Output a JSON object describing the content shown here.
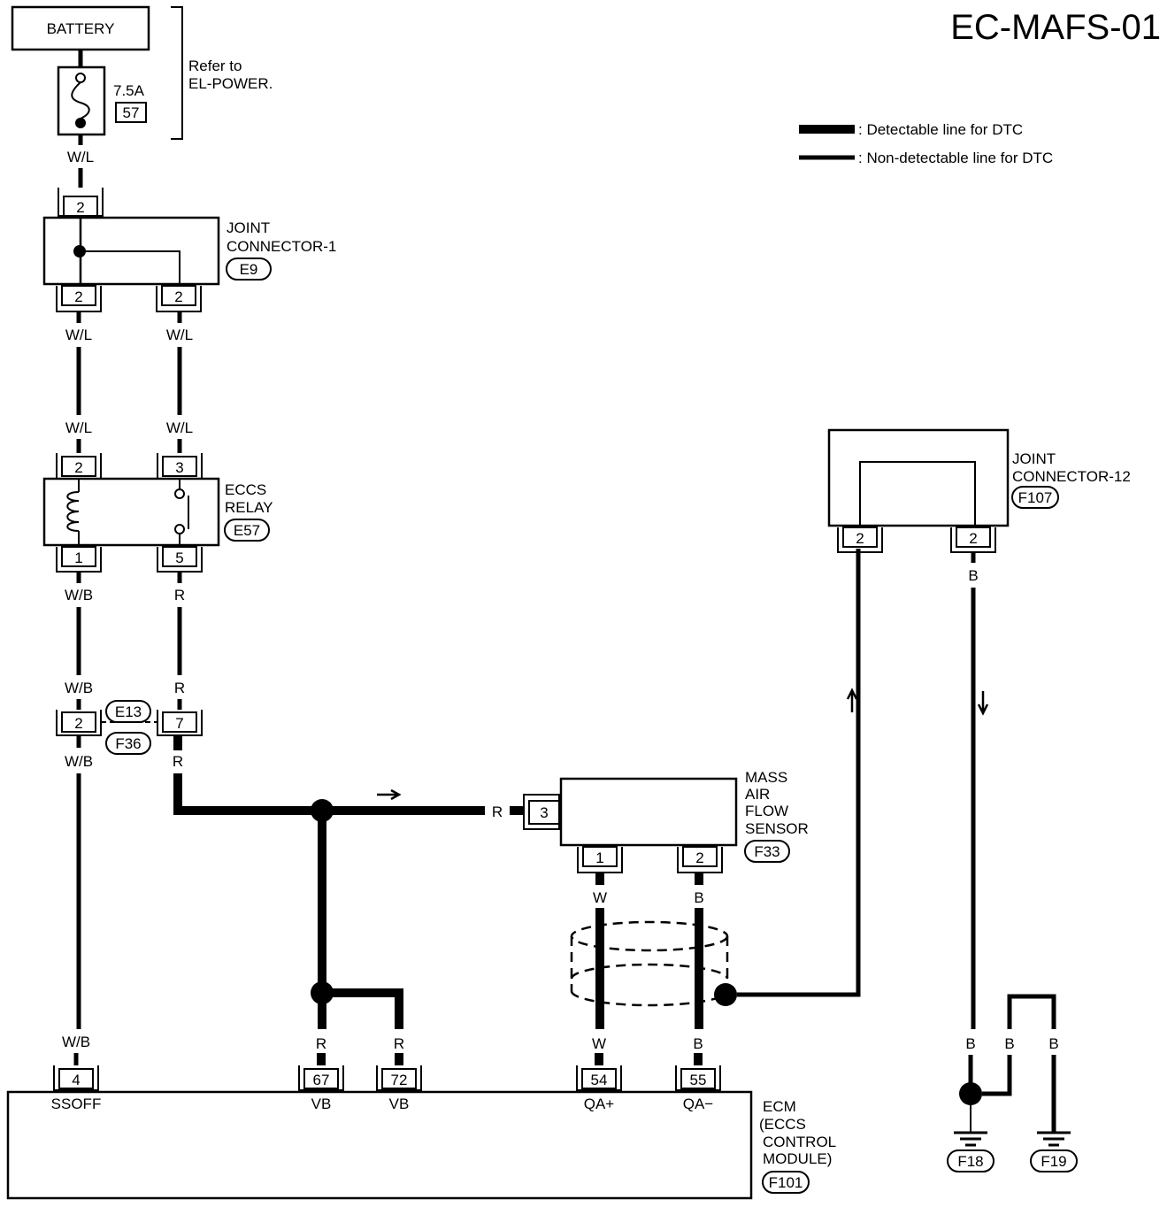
{
  "title": "EC-MAFS-01",
  "legend": {
    "detectable": ": Detectable line for DTC",
    "non_detectable": ": Non-detectable line for DTC"
  },
  "battery": {
    "label": "BATTERY"
  },
  "fuse": {
    "rating": "7.5A",
    "number": "57"
  },
  "refer": {
    "line1": "Refer to",
    "line2": "EL-POWER."
  },
  "joint1": {
    "line1": "JOINT",
    "line2": "CONNECTOR-1",
    "code": "E9"
  },
  "relay": {
    "line1": "ECCS",
    "line2": "RELAY",
    "code": "E57"
  },
  "harness": {
    "code_top": "E13",
    "code_bottom": "F36"
  },
  "maf": {
    "line1": "MASS",
    "line2": "AIR",
    "line3": "FLOW",
    "line4": "SENSOR",
    "code": "F33"
  },
  "joint12": {
    "line1": "JOINT",
    "line2": "CONNECTOR-12",
    "code": "F107"
  },
  "ecm": {
    "line1": "ECM",
    "line2": "(ECCS",
    "line3": "CONTROL",
    "line4": "MODULE)",
    "code": "F101"
  },
  "grounds": {
    "g1": "F18",
    "g2": "F19"
  },
  "pins": {
    "j1_top": "2",
    "j1_left": "2",
    "j1_right": "2",
    "relay_2": "2",
    "relay_3": "3",
    "relay_1": "1",
    "relay_5": "5",
    "h_left": "2",
    "h_right": "7",
    "maf_3": "3",
    "maf_1": "1",
    "maf_2": "2",
    "j12_left": "2",
    "j12_right": "2",
    "ecm_4": "4",
    "ecm_67": "67",
    "ecm_72": "72",
    "ecm_54": "54",
    "ecm_55": "55"
  },
  "terminals": {
    "t4": "SSOFF",
    "t67": "VB",
    "t72": "VB",
    "t54": "QA+",
    "t55": "QA−"
  },
  "wires": {
    "fuse_out": "W/L",
    "j1_l": "W/L",
    "j1_r": "W/L",
    "relay_in_l": "W/L",
    "relay_in_r": "W/L",
    "relay_out_l": "W/B",
    "relay_out_r": "R",
    "h_in_l": "W/B",
    "h_in_r": "R",
    "h_out_l": "W/B",
    "h_out_r": "R",
    "maf_in": "R",
    "maf_1": "W",
    "maf_2": "B",
    "ecm_4": "W/B",
    "ecm_67": "R",
    "ecm_72": "R",
    "ecm_54": "W",
    "ecm_55": "B",
    "j12_r": "B",
    "g_main": "B",
    "g_a": "B",
    "g_b": "B"
  }
}
